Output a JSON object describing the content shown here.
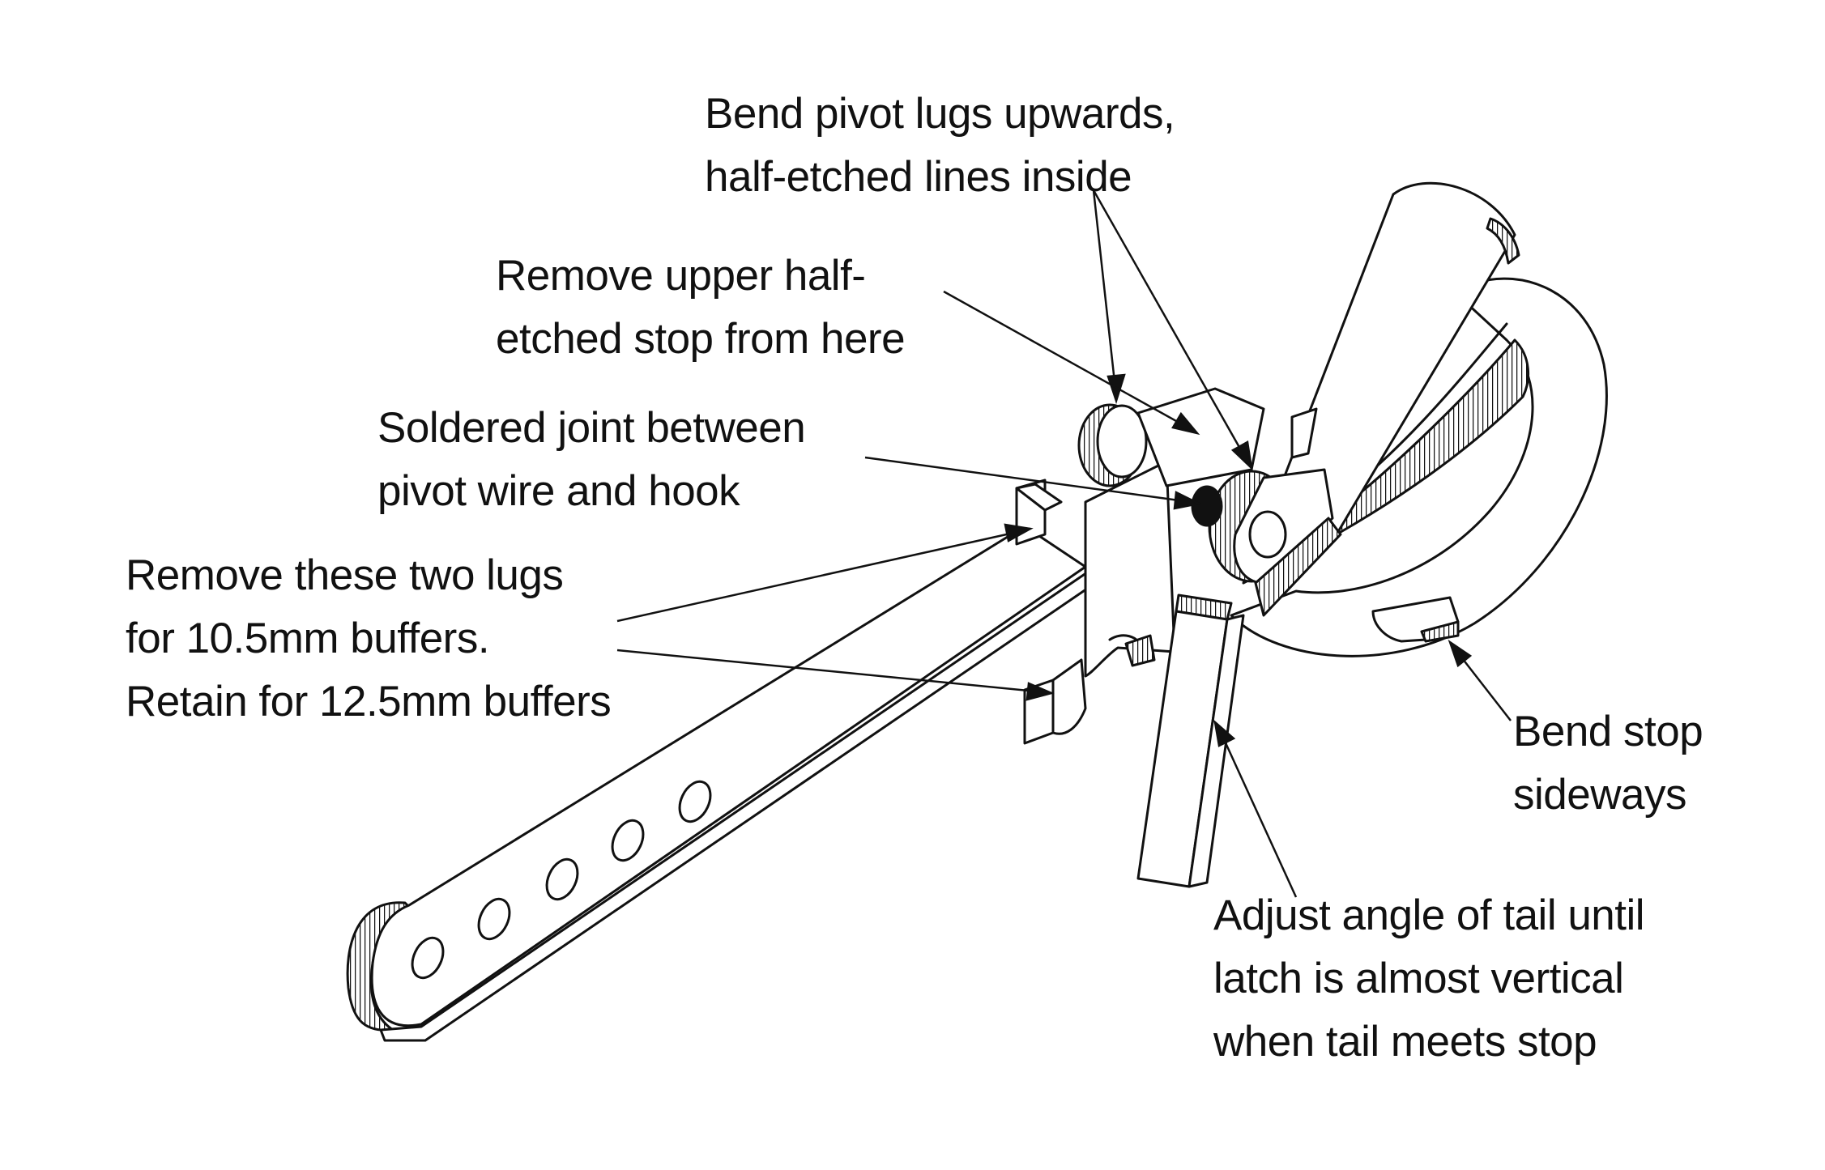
{
  "labels": {
    "bend_pivot_lugs": [
      "Bend pivot lugs upwards,",
      "half-etched lines inside"
    ],
    "remove_upper_stop": [
      "Remove upper half-",
      "etched stop from here"
    ],
    "soldered_joint": [
      "Soldered joint between",
      "pivot wire and hook"
    ],
    "remove_lugs": [
      "Remove these two lugs",
      "for 10.5mm buffers.",
      "Retain for 12.5mm buffers"
    ],
    "bend_stop": [
      "Bend stop",
      "sideways"
    ],
    "adjust_angle": [
      "Adjust angle of tail until",
      "latch is almost vertical",
      "when tail meets stop"
    ]
  },
  "colors": {
    "line": "#111111",
    "background": "#ffffff"
  }
}
